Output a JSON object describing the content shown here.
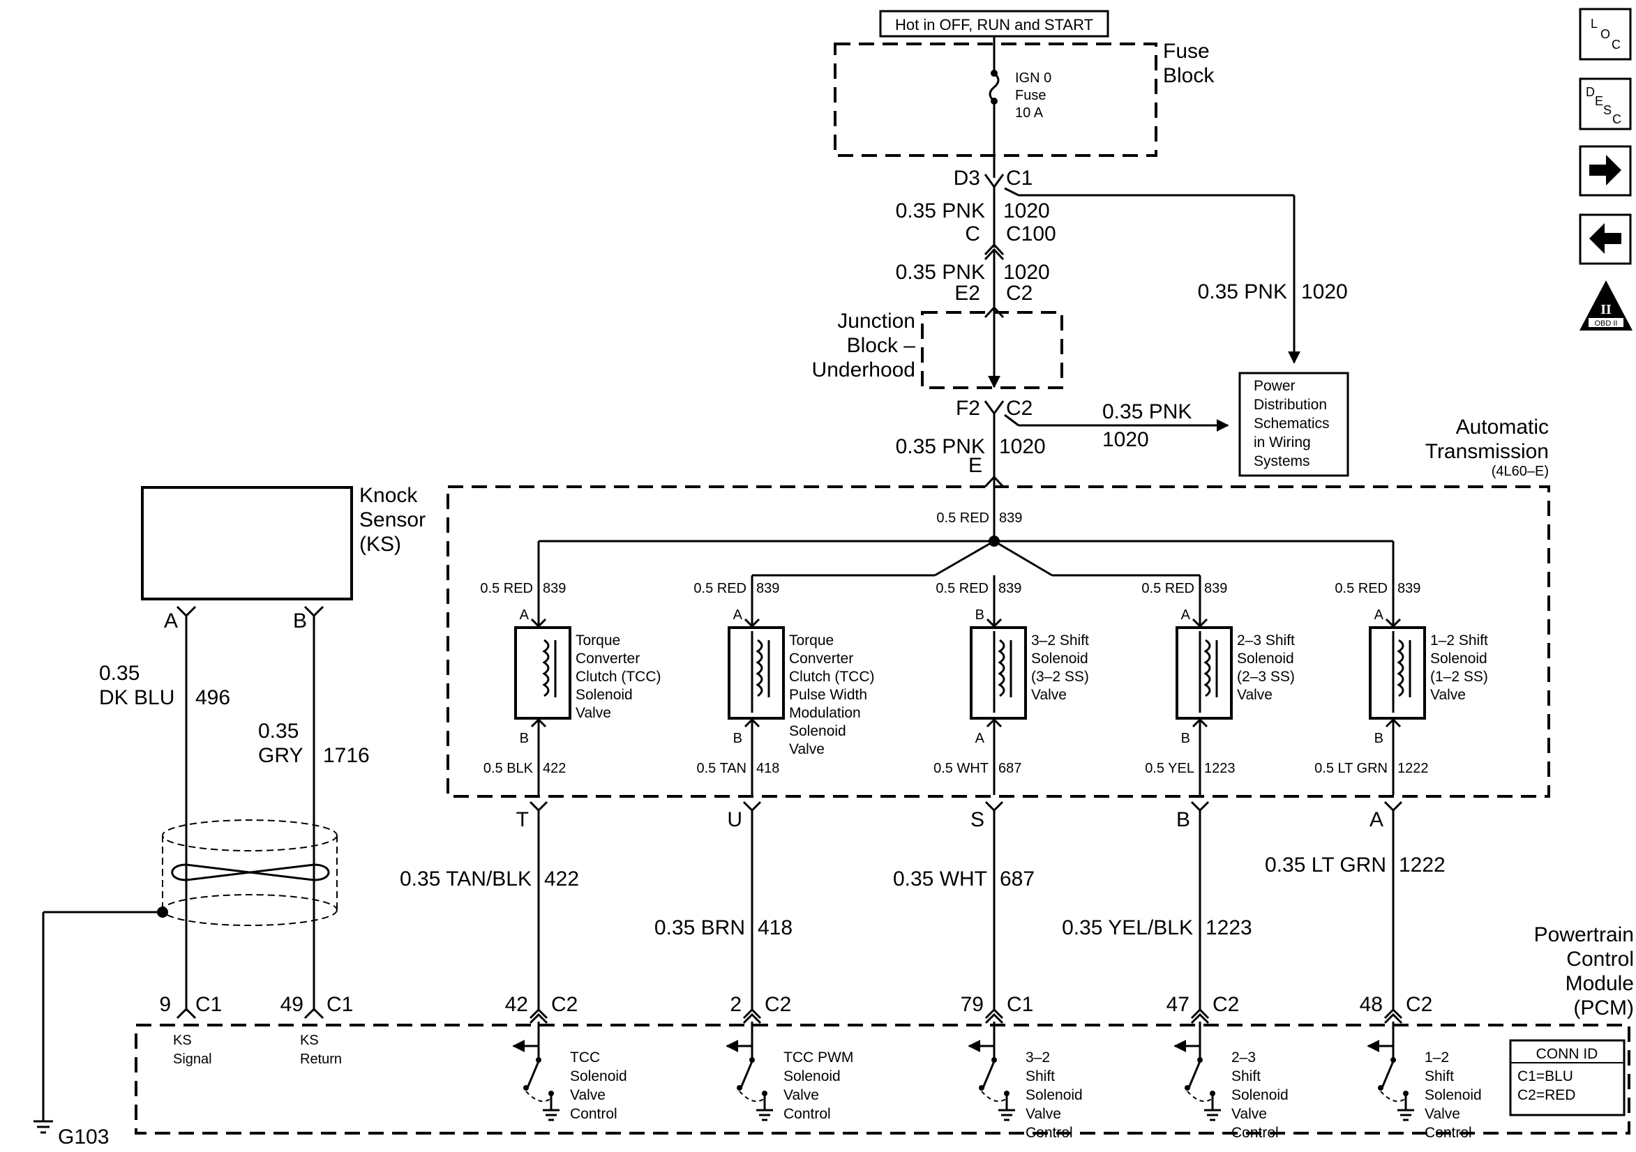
{
  "header": {
    "power_note": "Hot in OFF, RUN and START"
  },
  "fuse_block": {
    "title_1": "Fuse",
    "title_2": "Block",
    "fuse_1": "IGN 0",
    "fuse_2": "Fuse",
    "fuse_3": "10 A"
  },
  "upper_conn": {
    "d3": "D3",
    "c1": "C1",
    "wire_a": "0.35 PNK",
    "circ_a": "1020",
    "c": "C",
    "c100": "C100",
    "wire_b": "0.35 PNK",
    "circ_b": "1020",
    "e2": "E2",
    "c2a": "C2",
    "f2": "F2",
    "c2b": "C2",
    "wire_c": "0.35 PNK",
    "circ_c": "1020",
    "e": "E",
    "branch1_wire": "0.35 PNK",
    "branch1_circ": "1020",
    "branch2_wire": "0.35 PNK",
    "branch2_circ": "1020"
  },
  "junction_block": {
    "l1": "Junction",
    "l2": "Block –",
    "l3": "Underhood"
  },
  "power_dist": {
    "l1": "Power",
    "l2": "Distribution",
    "l3": "Schematics",
    "l4": "in Wiring",
    "l5": "Systems"
  },
  "trans": {
    "l1": "Automatic",
    "l2": "Transmission",
    "l3": "(4L60–E)",
    "feed_wire": "0.5 RED",
    "feed_circ": "839"
  },
  "solenoids": [
    {
      "top_wire": "0.5 RED",
      "top_circ": "839",
      "top_pin": "A",
      "bot_pin": "B",
      "bot_wire": "0.5 BLK",
      "bot_circ": "422",
      "label": [
        "Torque",
        "Converter",
        "Clutch (TCC)",
        "Solenoid",
        "Valve"
      ],
      "conn_pin": "T",
      "harness_wire": "0.35 TAN/BLK",
      "harness_circ": "422",
      "pcm_pin": "42",
      "pcm_conn": "C2",
      "pcm_label": [
        "TCC",
        "Solenoid",
        "Valve",
        "Control"
      ]
    },
    {
      "top_wire": "0.5 RED",
      "top_circ": "839",
      "top_pin": "A",
      "bot_pin": "B",
      "bot_wire": "0.5 TAN",
      "bot_circ": "418",
      "label": [
        "Torque",
        "Converter",
        "Clutch (TCC)",
        "Pulse Width",
        "Modulation",
        "Solenoid",
        "Valve"
      ],
      "conn_pin": "U",
      "harness_wire": "0.35 BRN",
      "harness_circ": "418",
      "pcm_pin": "2",
      "pcm_conn": "C2",
      "pcm_label": [
        "TCC PWM",
        "Solenoid",
        "Valve",
        "Control"
      ]
    },
    {
      "top_wire": "0.5 RED",
      "top_circ": "839",
      "top_pin": "B",
      "bot_pin": "A",
      "bot_wire": "0.5 WHT",
      "bot_circ": "687",
      "label": [
        "3–2 Shift",
        "Solenoid",
        "(3–2 SS)",
        "Valve"
      ],
      "conn_pin": "S",
      "harness_wire": "0.35 WHT",
      "harness_circ": "687",
      "pcm_pin": "79",
      "pcm_conn": "C1",
      "pcm_label": [
        "3–2",
        "Shift",
        "Solenoid",
        "Valve",
        "Control"
      ]
    },
    {
      "top_wire": "0.5 RED",
      "top_circ": "839",
      "top_pin": "A",
      "bot_pin": "B",
      "bot_wire": "0.5 YEL",
      "bot_circ": "1223",
      "label": [
        "2–3 Shift",
        "Solenoid",
        "(2–3 SS)",
        "Valve"
      ],
      "conn_pin": "B",
      "harness_wire": "0.35 YEL/BLK",
      "harness_circ": "1223",
      "pcm_pin": "47",
      "pcm_conn": "C2",
      "pcm_label": [
        "2–3",
        "Shift",
        "Solenoid",
        "Valve",
        "Control"
      ]
    },
    {
      "top_wire": "0.5 RED",
      "top_circ": "839",
      "top_pin": "A",
      "bot_pin": "B",
      "bot_wire": "0.5 LT GRN",
      "bot_circ": "1222",
      "label": [
        "1–2 Shift",
        "Solenoid",
        "(1–2 SS)",
        "Valve"
      ],
      "conn_pin": "A",
      "harness_wire": "0.35 LT GRN",
      "harness_circ": "1222",
      "pcm_pin": "48",
      "pcm_conn": "C2",
      "pcm_label": [
        "1–2",
        "Shift",
        "Solenoid",
        "Valve",
        "Control"
      ]
    }
  ],
  "knock": {
    "title": [
      "Knock",
      "Sensor",
      "(KS)"
    ],
    "pin_a": "A",
    "pin_b": "B",
    "wire_a_1": "0.35",
    "wire_a_2": "DK BLU",
    "circ_a": "496",
    "wire_b_1": "0.35",
    "wire_b_2": "GRY",
    "circ_b": "1716",
    "pcm_pin_a": "9",
    "pcm_conn_a": "C1",
    "pcm_pin_b": "49",
    "pcm_conn_b": "C1",
    "sig_1": "KS",
    "sig_2": "Signal",
    "ret_1": "KS",
    "ret_2": "Return",
    "ground": "G103"
  },
  "pcm": {
    "l1": "Powertrain",
    "l2": "Control",
    "l3": "Module",
    "l4": "(PCM)"
  },
  "conn_id": {
    "title": "CONN ID",
    "c1": "C1=BLU",
    "c2": "C2=RED"
  },
  "nav": {
    "loc_1": "L",
    "loc_2": "O",
    "loc_3": "C",
    "desc_1": "D",
    "desc_2": "E",
    "desc_3": "S",
    "desc_4": "C",
    "obd_1": "II",
    "obd_2": "OBD II"
  }
}
